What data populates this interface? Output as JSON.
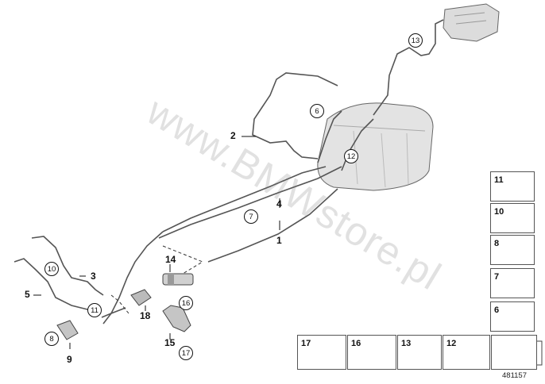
{
  "watermark": "www.BMWstore.pl",
  "diagram_id": "481157",
  "labels": {
    "p1": "1",
    "p2": "2",
    "p3": "3",
    "p4": "4",
    "p5": "5",
    "p9": "9",
    "p14": "14",
    "p15": "15",
    "p18": "18"
  },
  "circles": {
    "c13": "13",
    "c6": "6",
    "c12": "12",
    "c7": "7",
    "c10": "10",
    "c11": "11",
    "c16": "16",
    "c17": "17",
    "c8": "8"
  },
  "legend_right": [
    "11",
    "10",
    "8",
    "7",
    "6"
  ],
  "legend_bottom": [
    "17",
    "16",
    "13",
    "12"
  ]
}
